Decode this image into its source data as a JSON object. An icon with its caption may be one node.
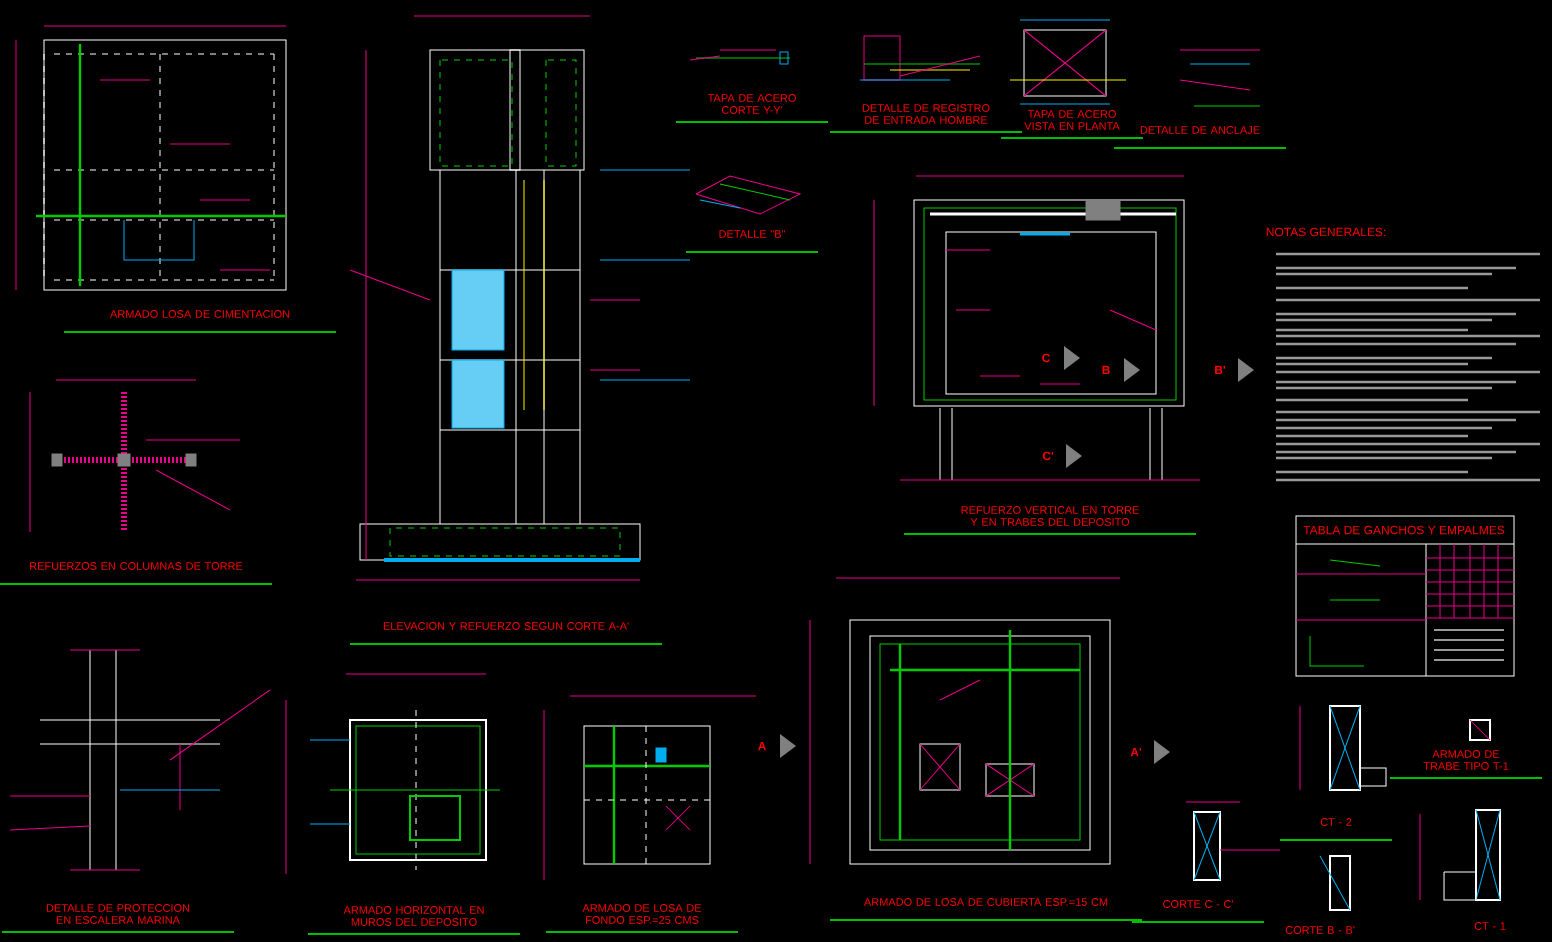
{
  "diagram": {
    "labels": [
      "ARMADO LOSA DE CIMENTACION",
      "REFUERZOS EN COLUMNAS DE TORRE",
      "ELEVACION Y REFUERZO SEGUN CORTE A-A'",
      "TAPA DE ACERO CORTE Y-Y'",
      "DETALLE DE REGISTRO DE ENTRADA HOMBRE",
      "TAPA DE ACERO VISTA EN PLANTA",
      "DETALLE DE ANCLAJE",
      "DETALLE \"B\"",
      "REFUERZO VERTICAL EN TORRE Y EN TRABES DEL DEPOSITO",
      "NOTAS GENERALES:",
      "TABLA DE GANCHOS Y EMPALMES",
      "DETALLE DE PROTECCION EN ESCALERA MARINA",
      "ARMADO HORIZONTAL EN MUROS DEL DEPOSITO",
      "ARMADO DE LOSA DE FONDO ESP.=25 CMS",
      "ARMADO DE LOSA DE CUBIERTA ESP.=15 CM",
      "CORTE C - C'",
      "ARMADO DE TRABE TIPO T-1",
      "CT - 2",
      "CORTE B - B'",
      "CT - 1",
      "C",
      "B",
      "B'",
      "C'",
      "A",
      "A'"
    ]
  }
}
